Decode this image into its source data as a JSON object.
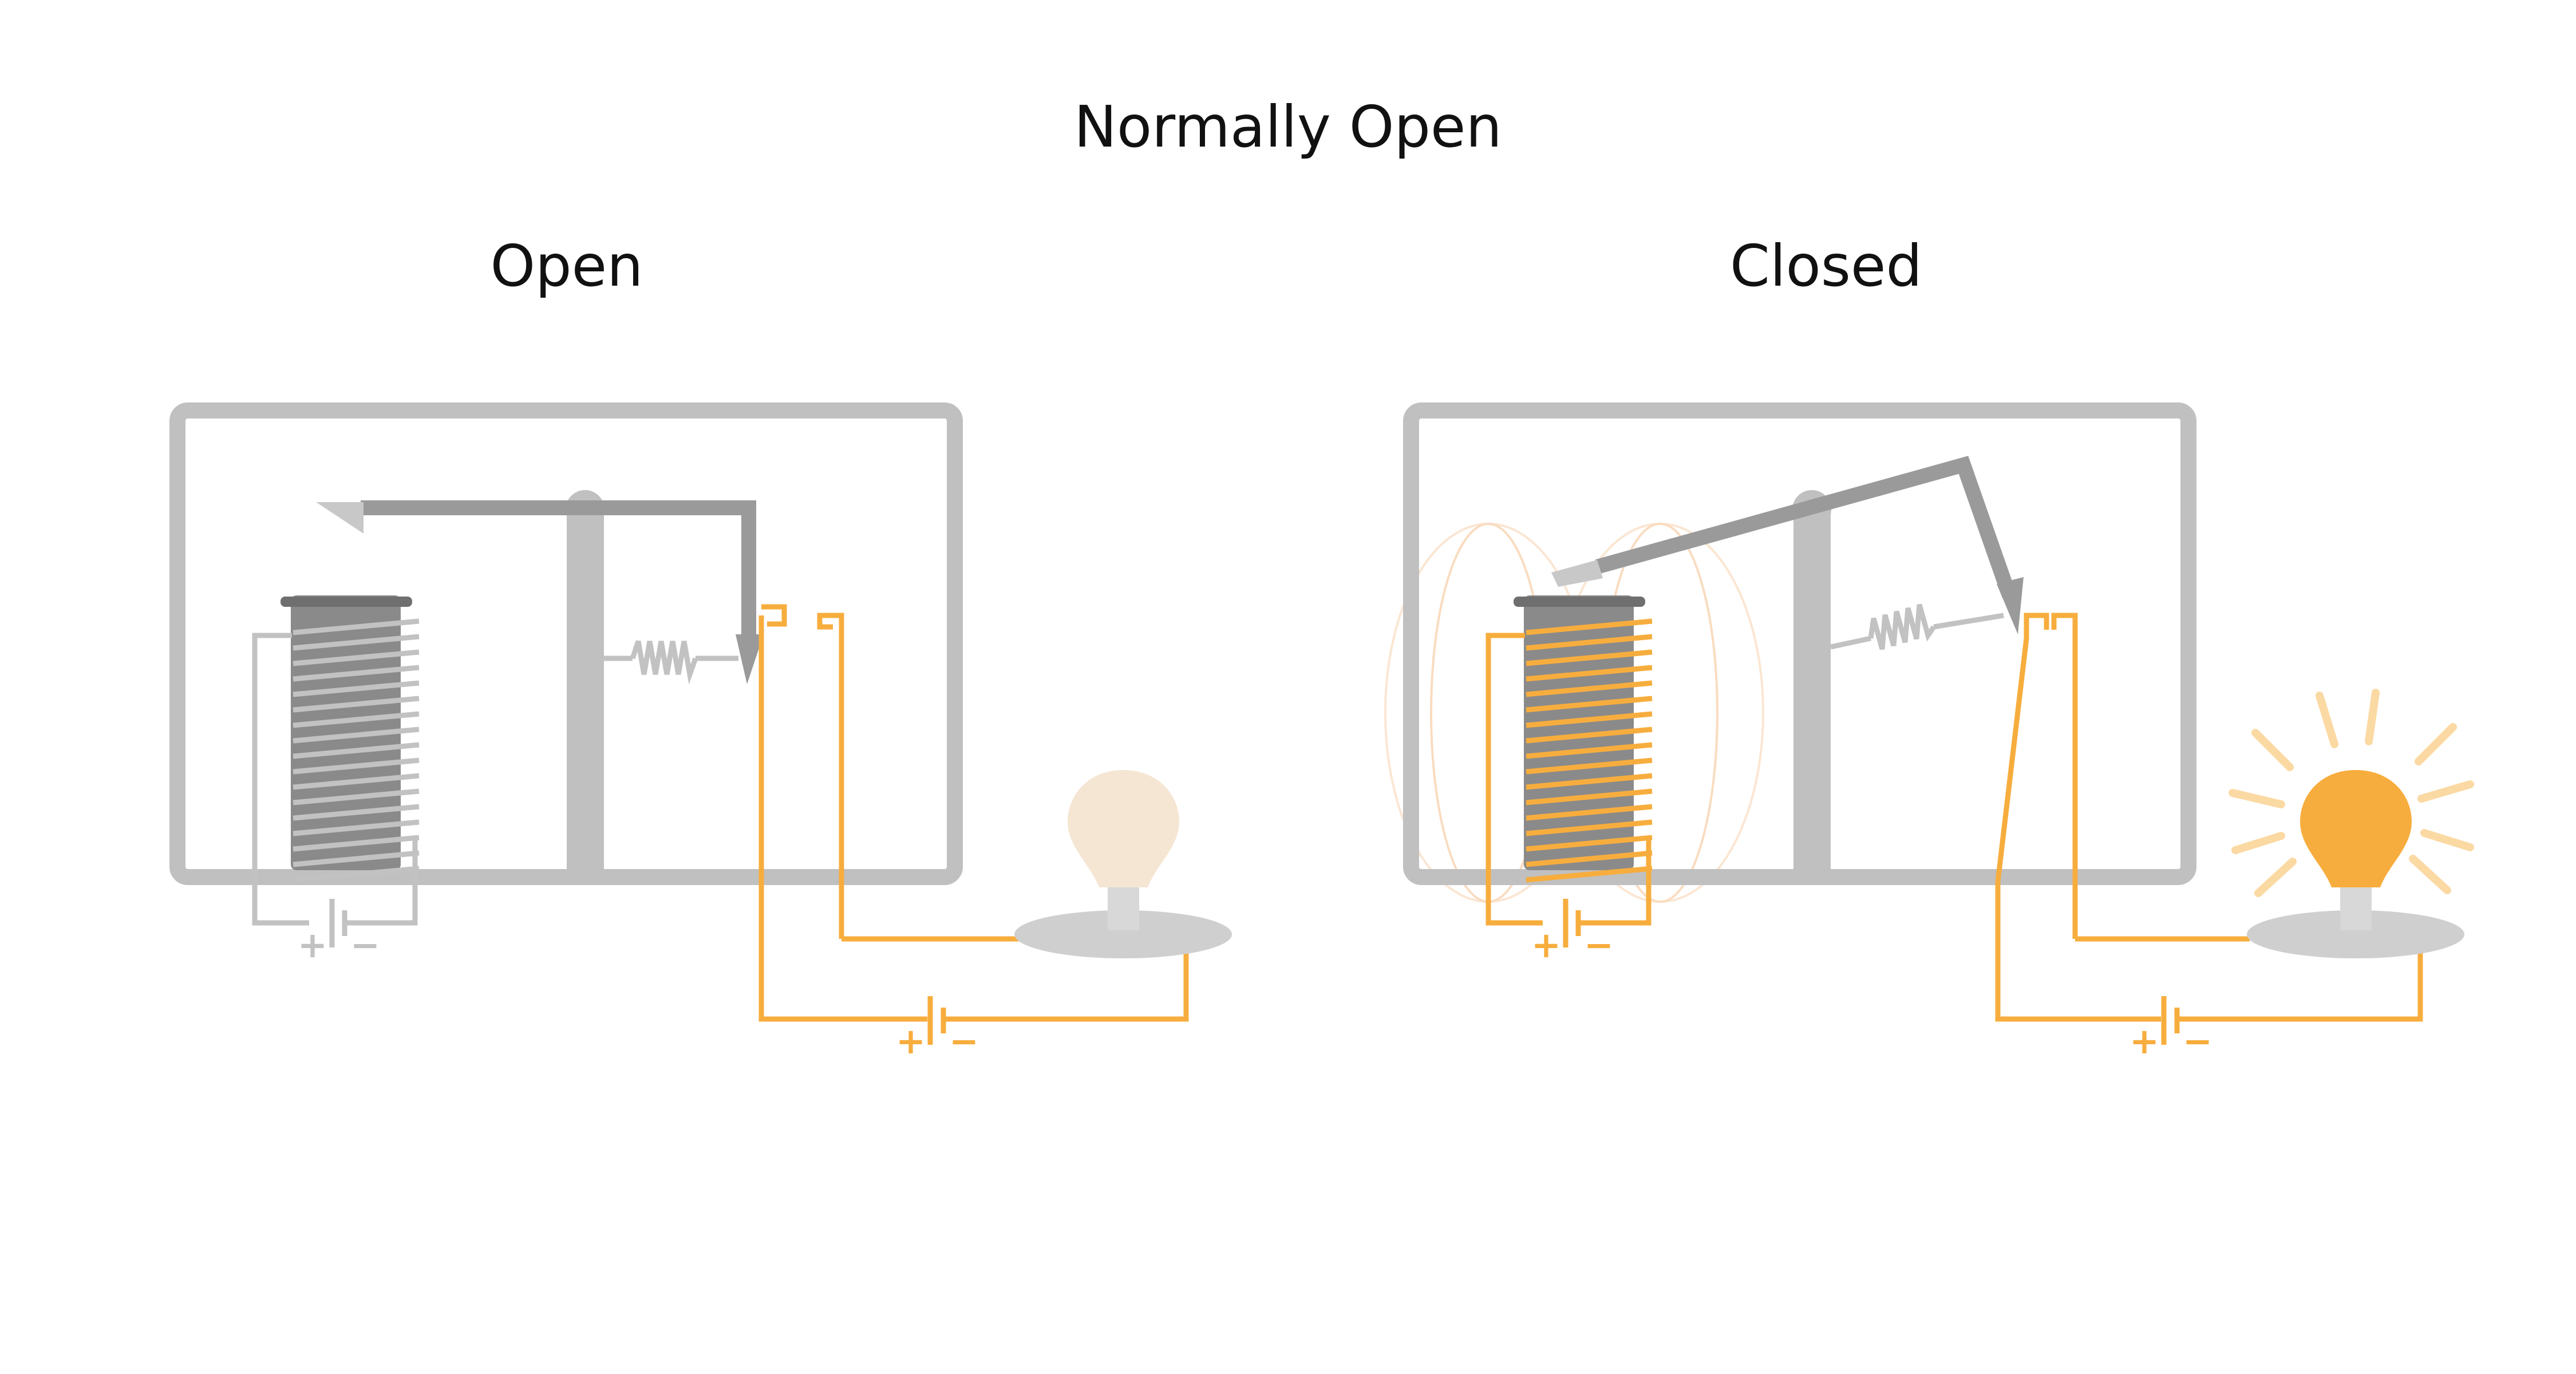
{
  "title": "Normally Open",
  "panels": [
    {
      "label": "Open"
    },
    {
      "label": "Closed"
    }
  ],
  "battery": {
    "plus": "+",
    "minus": "−"
  },
  "colors": {
    "frame": "#c0c0c0",
    "armature": "#9a9a9a",
    "core": "#8a8a8a",
    "inactive_wire": "#c2c2c2",
    "active_wire": "#f7ad3d",
    "bulb_off": "#f5e6d3",
    "bulb_on": "#f7ad3d",
    "bulb_rays": "#fbd9a3",
    "field_lines": "#f9dcc0"
  },
  "icons": [
    "electromagnet-coil-icon",
    "spring-icon",
    "battery-icon",
    "light-bulb-icon"
  ]
}
